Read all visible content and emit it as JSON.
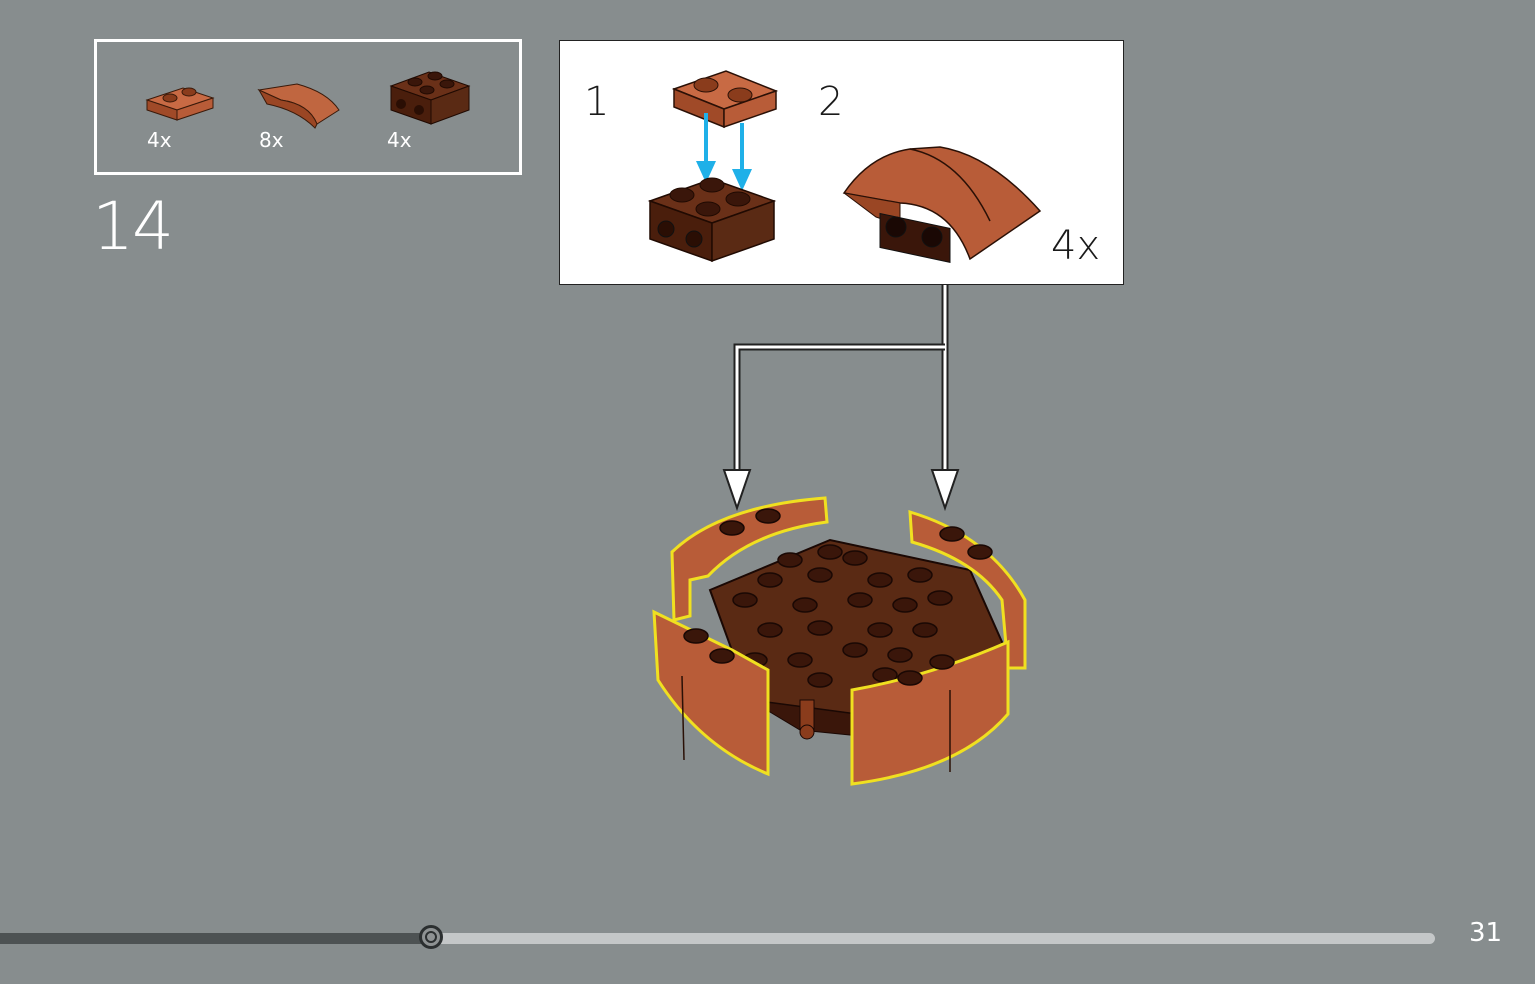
{
  "parts": [
    {
      "icon": "plate-1x2-icon",
      "qty": "4x",
      "color": "#b85c38"
    },
    {
      "icon": "curved-slope-icon",
      "qty": "8x",
      "color": "#b85c38"
    },
    {
      "icon": "brick-2x2-studs-side-icon",
      "qty": "4x",
      "color": "#5a2a14"
    }
  ],
  "step": "14",
  "substep": {
    "label1": "1",
    "label2": "2",
    "multiplier": "4x"
  },
  "colors": {
    "background": "#878d8e",
    "reddish_brown": "#5a2a14",
    "medium_brown": "#b85c38",
    "arrow_blue": "#1fb0e8",
    "highlight": "#f0e020"
  },
  "progress": {
    "fraction": 0.3
  },
  "page_number": "31"
}
